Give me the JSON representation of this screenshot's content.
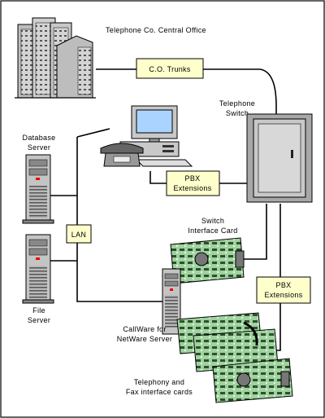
{
  "labels": {
    "central_office": "Telephone Co. Central Office",
    "co_trunks": "C.O. Trunks",
    "telephone_switch_line1": "Telephone",
    "telephone_switch_line2": "Switch",
    "database_server_line1": "Database",
    "database_server_line2": "Server",
    "pbx_extensions_top_line1": "PBX",
    "pbx_extensions_top_line2": "Extensions",
    "lan": "LAN",
    "switch_interface_card_line1": "Switch",
    "switch_interface_card_line2": "Interface Card",
    "pbx_extensions_right_line1": "PBX",
    "pbx_extensions_right_line2": "Extensions",
    "file_server_line1": "File",
    "file_server_line2": "Server",
    "callware_line1": "CallWare for",
    "callware_line2": "NetWare Server",
    "telephony_cards_line1": "Telephony and",
    "telephony_cards_line2": "Fax interface cards"
  },
  "colors": {
    "label_box": "#ffffcc",
    "card_green": "#9fd39f",
    "card_dark": "#5a8a5a",
    "monitor_screen": "#aad4ff",
    "switch_cabinet": "#c8c8c8",
    "building_gray": "#bdbdbd",
    "tower_gray": "#c4c4c4"
  },
  "icons": [
    "office-building-icon",
    "telephone-switch-icon",
    "workstation-icon",
    "telephone-icon",
    "database-server-icon",
    "file-server-icon",
    "callware-server-icon",
    "switch-interface-card-icon",
    "telephony-fax-cards-icon"
  ]
}
